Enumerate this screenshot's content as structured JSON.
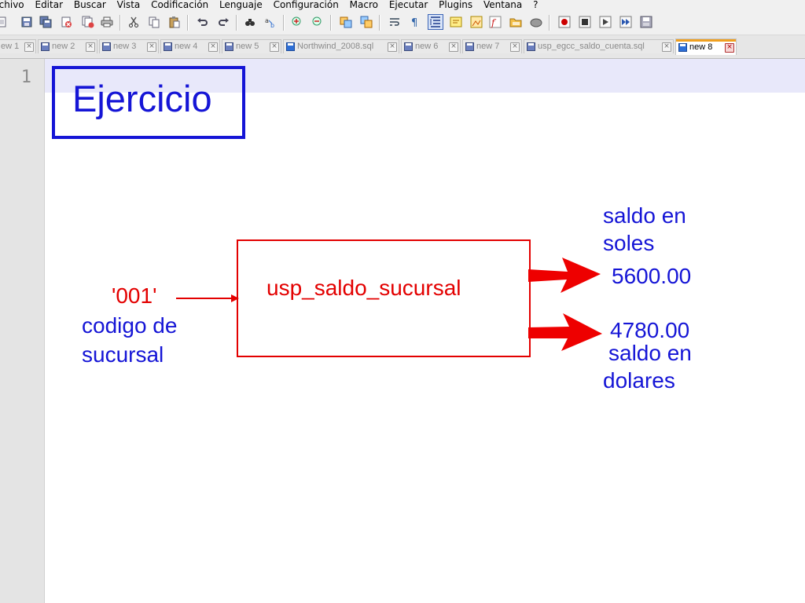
{
  "menu": [
    "rchivo",
    "Editar",
    "Buscar",
    "Vista",
    "Codificación",
    "Lenguaje",
    "Configuración",
    "Macro",
    "Ejecutar",
    "Plugins",
    "Ventana",
    "?"
  ],
  "tabs": [
    {
      "label": "ew 1",
      "active": false
    },
    {
      "label": "new 2",
      "active": false
    },
    {
      "label": "new 3",
      "active": false
    },
    {
      "label": "new 4",
      "active": false
    },
    {
      "label": "new 5",
      "active": false
    },
    {
      "label": "Northwind_2008.sql",
      "active": false
    },
    {
      "label": "new 6",
      "active": false
    },
    {
      "label": "new 7",
      "active": false
    },
    {
      "label": "usp_egcc_saldo_cuenta.sql",
      "active": false
    },
    {
      "label": "new 8",
      "active": true
    }
  ],
  "editor": {
    "line_number": "1"
  },
  "diagram": {
    "title": "Ejercicio",
    "procedure": "usp_saldo_sucursal",
    "input_value": "'001'",
    "input_label_1": "codigo de",
    "input_label_2": "sucursal",
    "output1_label_1": "saldo en",
    "output1_label_2": "soles",
    "output1_value": "5600.00",
    "output2_value": "4780.00",
    "output2_label_1": "saldo en",
    "output2_label_2": "dolares"
  },
  "colors": {
    "blue": "#1515d6",
    "red": "#e30000",
    "current_line": "#e8e8fa",
    "gutter": "#e4e4e4"
  }
}
